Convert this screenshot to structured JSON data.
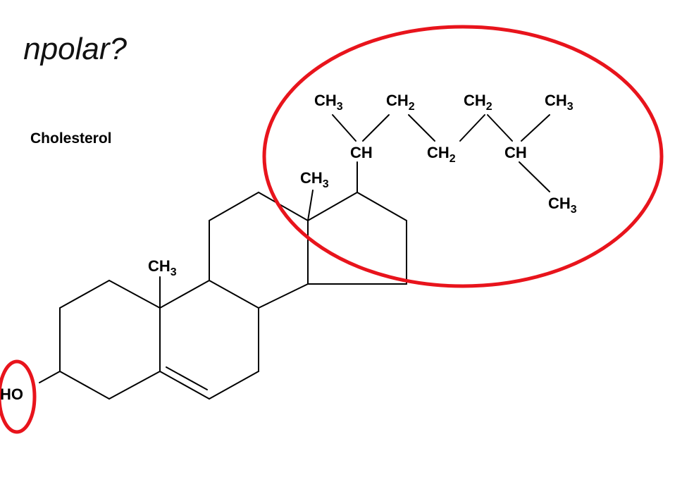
{
  "question": {
    "text": "npolar?"
  },
  "molecule": {
    "name": "Cholesterol",
    "labels": {
      "hydroxyl": "HO",
      "ch3_ring_a": [
        "CH",
        "3"
      ],
      "ch3_ring_c": [
        "CH",
        "3"
      ],
      "chain": {
        "ch3_left": [
          "CH",
          "3"
        ],
        "ch2_top_a": [
          "CH",
          "2"
        ],
        "ch2_top_b": [
          "CH",
          "2"
        ],
        "ch3_right": [
          "CH",
          "3"
        ],
        "ch_left": "CH",
        "ch2_mid": [
          "CH",
          "2"
        ],
        "ch_right": "CH",
        "ch3_bottom": [
          "CH",
          "3"
        ]
      }
    }
  },
  "highlights": {
    "color": "#e8141c",
    "nonpolar_region": "hydrocarbon tail",
    "polar_region": "hydroxyl group"
  }
}
